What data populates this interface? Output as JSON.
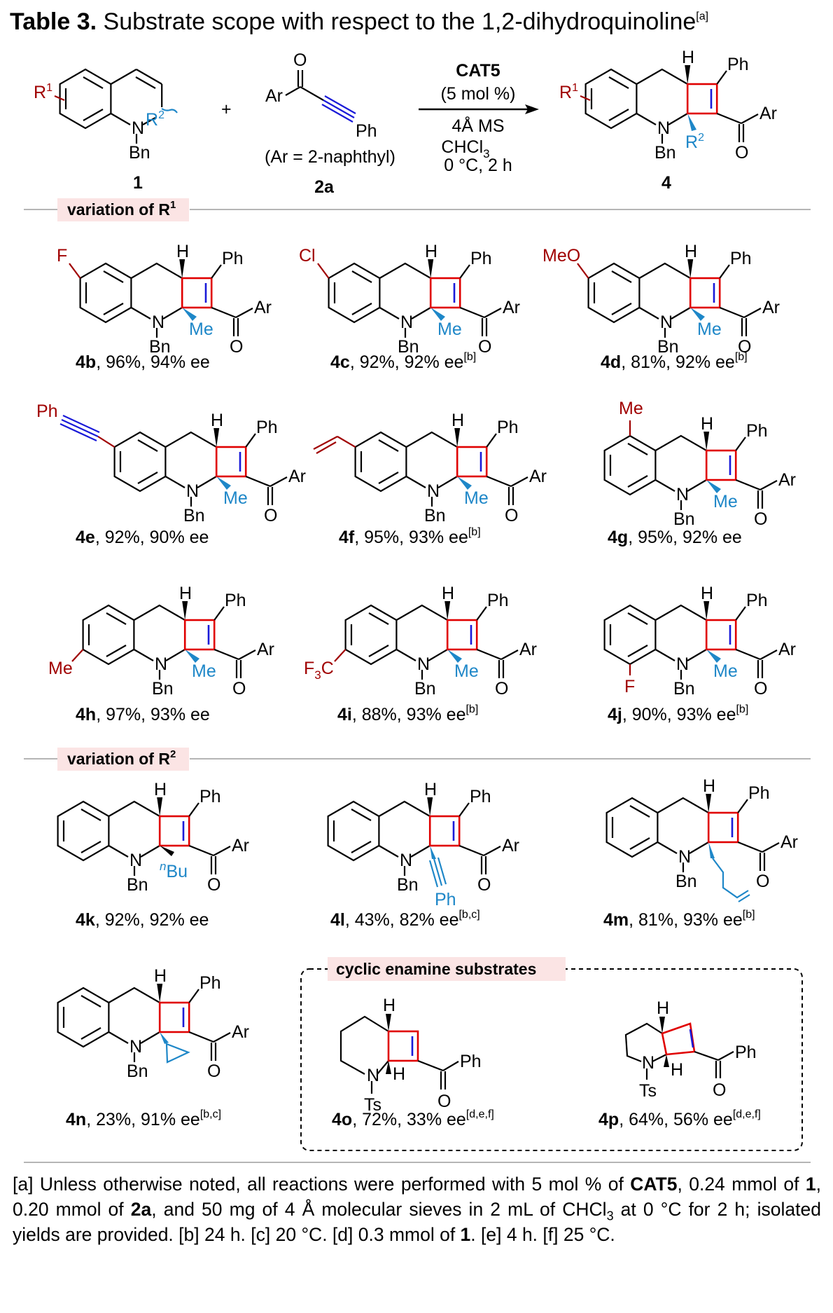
{
  "table_title": {
    "label": "Table 3.",
    "text": " Substrate scope with respect to the 1,2-dihydroquinoline",
    "sup": "[a]"
  },
  "reaction": {
    "substrate_1": {
      "r1": "R",
      "r1_sup": "1",
      "r2": "R",
      "r2_sup": "2",
      "n": "N",
      "bn": "Bn",
      "number": "1"
    },
    "plus": "+",
    "substrate_2": {
      "o": "O",
      "ar": "Ar",
      "ph": "Ph",
      "note": "(Ar = 2-naphthyl)",
      "number": "2a"
    },
    "conditions": {
      "catalyst": "CAT5",
      "loading": "(5 mol %)",
      "additive": "4Å MS",
      "solvent": "CHCl",
      "solvent_sub": "3",
      "temp_time": "0 °C, 2 h"
    },
    "product": {
      "h": "H",
      "ph": "Ph",
      "r1": "R",
      "r1_sup": "1",
      "n": "N",
      "bn": "Bn",
      "r2": "R",
      "r2_sup": "2",
      "ar": "Ar",
      "o": "O",
      "number": "4"
    }
  },
  "sections": {
    "r1": {
      "label": "variation of R",
      "sup": "1"
    },
    "r2": {
      "label": "variation of R",
      "sup": "2"
    },
    "cyclic": {
      "label": "cyclic enamine substrates"
    }
  },
  "entries": [
    {
      "id": "4b",
      "result": ", 96%, 94% ee",
      "sup": "",
      "substituent": "F"
    },
    {
      "id": "4c",
      "result": ", 92%, 92% ee",
      "sup": "[b]",
      "substituent": "Cl"
    },
    {
      "id": "4d",
      "result": ", 81%, 92% ee",
      "sup": "[b]",
      "substituent": "MeO"
    },
    {
      "id": "4e",
      "result": ", 92%, 90% ee",
      "sup": "",
      "substituent": "Ph"
    },
    {
      "id": "4f",
      "result": ", 95%, 93% ee",
      "sup": "[b]",
      "substituent": ""
    },
    {
      "id": "4g",
      "result": ", 95%, 92% ee",
      "sup": "",
      "substituent": "Me"
    },
    {
      "id": "4h",
      "result": ", 97%, 93% ee",
      "sup": "",
      "substituent": "Me"
    },
    {
      "id": "4i",
      "result": ", 88%, 93% ee",
      "sup": "[b]",
      "substituent": "F3C"
    },
    {
      "id": "4j",
      "result": ", 90%, 93% ee",
      "sup": "[b]",
      "substituent": "F"
    },
    {
      "id": "4k",
      "result": ", 92%, 92% ee",
      "sup": "",
      "substituent": "Bu"
    },
    {
      "id": "4l",
      "result": ", 43%, 82% ee",
      "sup": "[b,c]",
      "substituent": "Ph"
    },
    {
      "id": "4m",
      "result": ", 81%, 93% ee",
      "sup": "[b]",
      "substituent": ""
    },
    {
      "id": "4n",
      "result": ", 23%, 91% ee",
      "sup": "[b,c]",
      "substituent": ""
    },
    {
      "id": "4o",
      "result": ", 72%, 33% ee",
      "sup": "[d,e,f]",
      "substituent": ""
    },
    {
      "id": "4p",
      "result": ", 64%, 56% ee",
      "sup": "[d,e,f]",
      "substituent": ""
    }
  ],
  "atoms": {
    "h": "H",
    "ph": "Ph",
    "ar": "Ar",
    "o": "O",
    "n": "N",
    "bn": "Bn",
    "me": "Me",
    "ts": "Ts",
    "n_sup": "n"
  },
  "footnote": {
    "p1": "[a] Unless otherwise noted, all reactions were performed with 5 mol % of ",
    "cat": "CAT5",
    "p2": ", 0.24 mmol of ",
    "n1": "1",
    "p3": ", 0.20 mmol of ",
    "n2": "2a",
    "p4": ", and 50 mg of 4 Å molecular sieves in 2 mL of CHCl",
    "sub": "3",
    "p5": " at 0 °C for 2 h; isolated yields are provided. [b] 24 h. [c] 20 °C. [d] 0.3 mmol of ",
    "n3": "1",
    "p6": ". [e] 4 h. [f] 25 °C."
  },
  "colors": {
    "substituent_r1": "#a00000",
    "substituent_r2": "#1e87c8",
    "cyclobutene_ring": "#e00000",
    "double_bond": "#1a1ad8",
    "badge": "#fbe4e4"
  }
}
